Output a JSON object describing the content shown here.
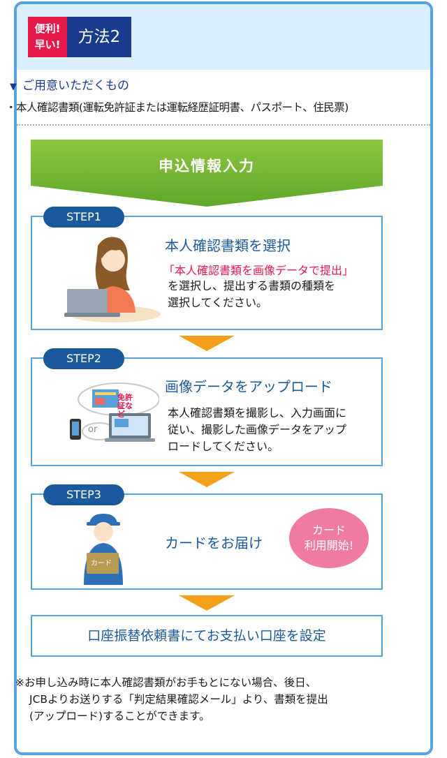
{
  "header": {
    "badge_line1": "便利!",
    "badge_line2": "早い!",
    "method": "方法2"
  },
  "prep": {
    "title": "ご用意いただくもの",
    "item": "・本人確認書類(運転免許証または運転経歴証明書、パスポート、住民票)"
  },
  "banner": {
    "title": "申込情報入力"
  },
  "steps": [
    {
      "label": "STEP1",
      "title": "本人確認書類を選択",
      "highlight": "「本人確認書類を画像データで提出」",
      "lines": [
        "を選択し、提出する書類の種類を",
        "選択してください。"
      ]
    },
    {
      "label": "STEP2",
      "title": "画像データをアップロード",
      "bubble_text": "免許証など",
      "or_text": "or",
      "lines": [
        "本人確認書類を撮影し、入力画面に",
        "従い、撮影した画像データをアップ",
        "ロードしてください。"
      ]
    },
    {
      "label": "STEP3",
      "title": "カードをお届け",
      "card_label": "カード",
      "badge_line1": "カード",
      "badge_line2": "利用開始!"
    }
  ],
  "final": {
    "title": "口座振替依頼書にてお支払い口座を設定"
  },
  "note": {
    "line1": "※お申し込み時に本人確認書類がお手もとにない場合、後日、",
    "line2": "JCBよりお送りする「判定結果確認メール」より、書類を提出",
    "line3": "(アップロード)することができます。"
  },
  "colors": {
    "border": "#56a4e0",
    "navy": "#1a3a8c",
    "step_blue": "#1a5a9c",
    "red": "#e5194a",
    "green": "#6bb52a",
    "orange": "#f5a01a",
    "pink": "#f07aa3"
  }
}
